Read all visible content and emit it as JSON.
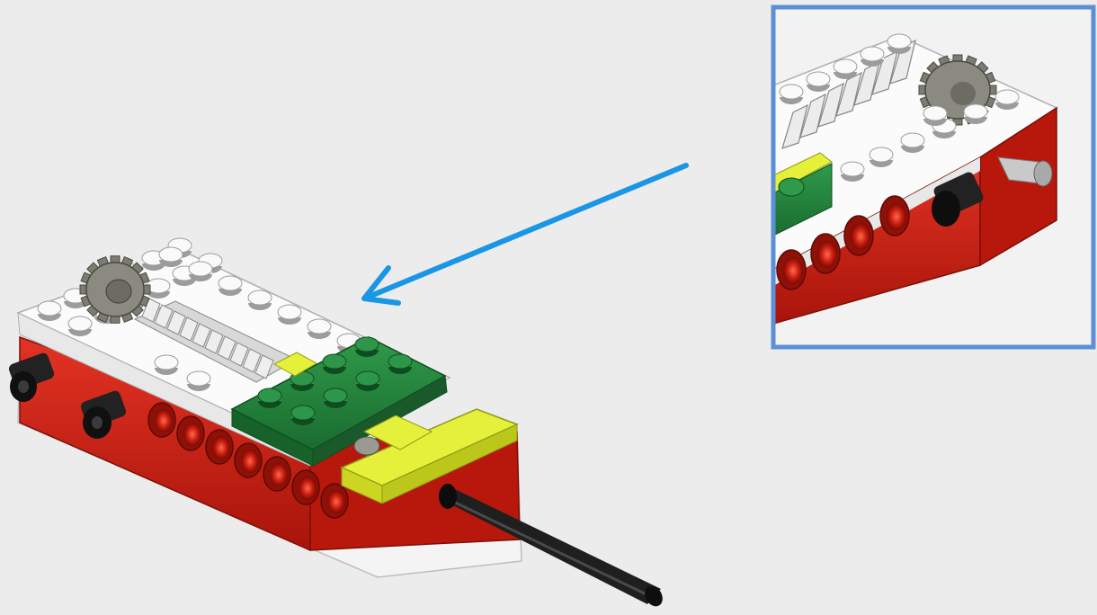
{
  "colors": {
    "background": "#ececec",
    "brick_red": "#d31f12",
    "brick_red_dark": "#9e1208",
    "brick_white": "#f7f7f7",
    "plate_green": "#238a3d",
    "plate_green_dark": "#166229",
    "lime": "#e4f03a",
    "gear_gray": "#8a8a80",
    "axle_black": "#1c1c1c",
    "arrow_blue": "#1996e6",
    "frame_blue": "#5b8fd6"
  },
  "icons": {
    "main_model": "lego-rack-and-pinion-model",
    "arrow": "pointer-arrow",
    "inset": "zoomed-detail-view"
  }
}
